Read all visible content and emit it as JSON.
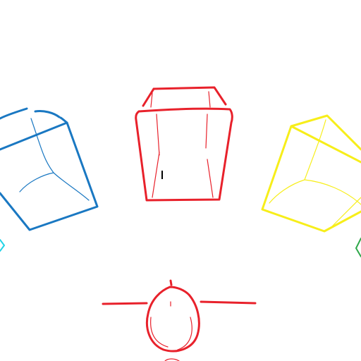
{
  "scene": {
    "background": "#ffffff",
    "cubes": [
      {
        "id": "blue-cube",
        "color": "#1a78c2"
      },
      {
        "id": "red-cube",
        "color": "#e8212b"
      },
      {
        "id": "yellow-cube",
        "color": "#f7ee1a"
      }
    ],
    "edge_markers": [
      {
        "id": "left-marker",
        "color": "#22d3e6"
      },
      {
        "id": "right-marker",
        "color": "#2fa84a"
      }
    ],
    "player": {
      "color": "#e8212b"
    },
    "text_cursor": {
      "color": "#000000"
    }
  }
}
